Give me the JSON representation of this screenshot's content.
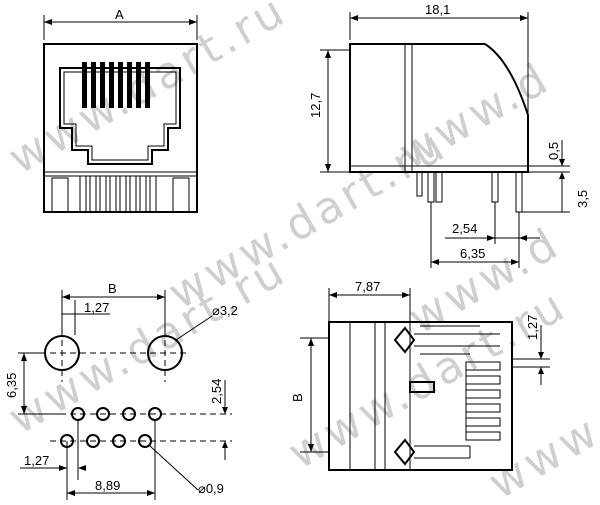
{
  "watermarks": [
    "www.dart.ru",
    "www.dart.ru",
    "www.d",
    "www.d",
    "www.dart.ru",
    "www.dart.ru",
    "www.d"
  ],
  "front_view": {
    "width_label": "A"
  },
  "side_view": {
    "length_label": "18,1",
    "height_label": "12,7",
    "pin_offset_label": "0,5",
    "pin_length_label": "3,5",
    "pin_pitch_label": "2,54",
    "pin_span_label": "6,35"
  },
  "footprint": {
    "width_label": "B",
    "offset_label": "1,27",
    "hole_diameter_label": "⌀3,2",
    "vertical_label": "6,35",
    "row_pitch_label": "2,54",
    "left_offset_label": "1,27",
    "span_label": "8,89",
    "pad_diameter_label": "⌀0,9"
  },
  "bottom_view": {
    "depth_label": "7,87",
    "width_label": "B",
    "pin_pitch_label": "1,27"
  }
}
